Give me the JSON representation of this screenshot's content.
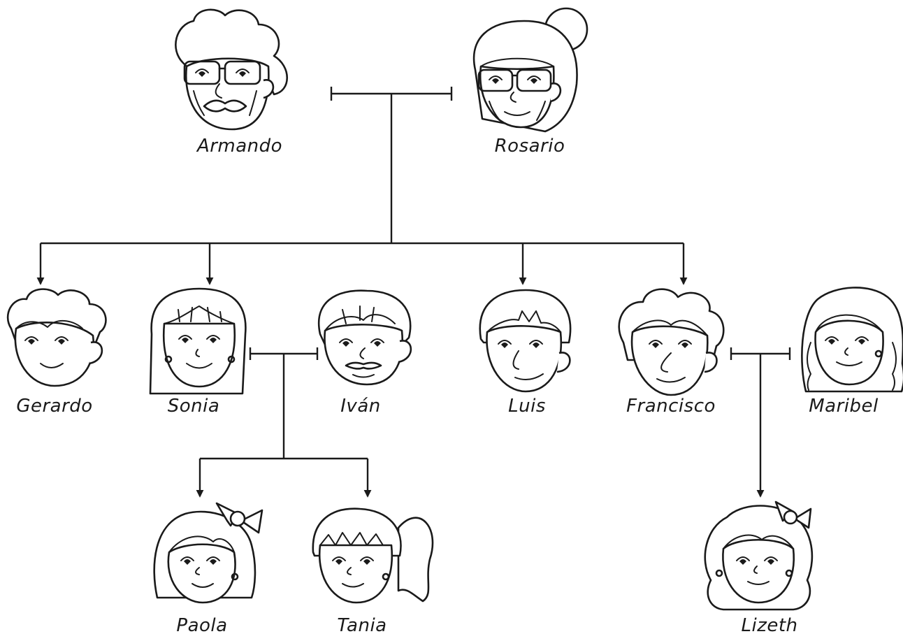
{
  "family": {
    "armando": "Armando",
    "rosario": "Rosario",
    "gerardo": "Gerardo",
    "sonia": "Sonia",
    "ivan": "Iván",
    "luis": "Luis",
    "francisco": "Francisco",
    "maribel": "Maribel",
    "paola": "Paola",
    "tania": "Tania",
    "lizeth": "Lizeth"
  }
}
